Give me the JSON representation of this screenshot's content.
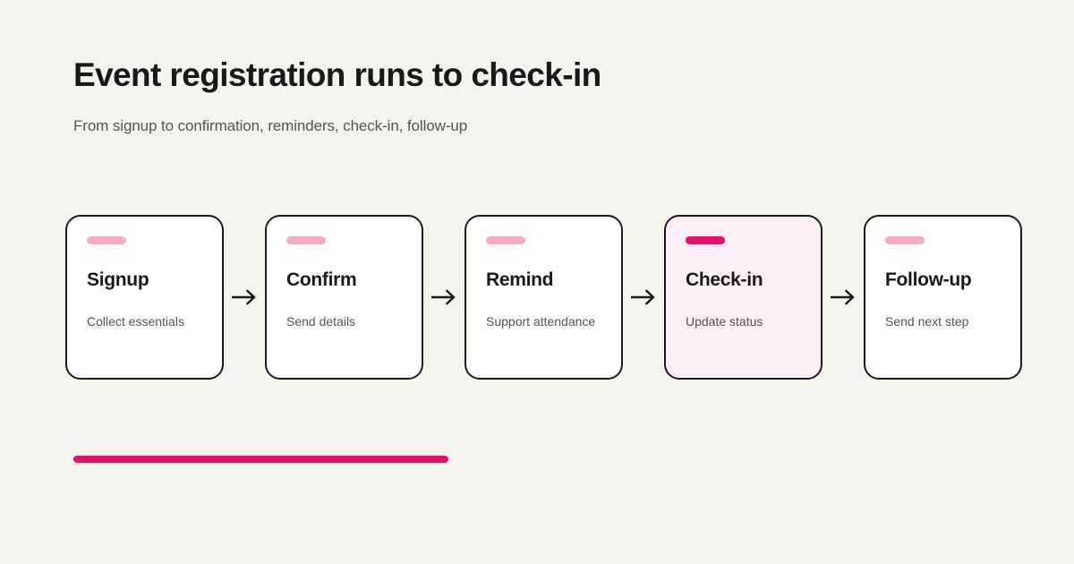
{
  "header": {
    "title": "Event registration runs to check-in",
    "subtitle": "From signup to confirmation, reminders, check-in, follow-up"
  },
  "colors": {
    "background": "#f4f4ef",
    "card_background": "#ffffff",
    "card_border": "#1b1b1b",
    "active_card_background": "#fdf0f6",
    "accent_muted": "#f9a8c8",
    "accent_vivid": "#ef0a6c",
    "title_text": "#191919",
    "body_text": "#55554f"
  },
  "flow": {
    "connector_icon": "arrow-right-icon",
    "steps": [
      {
        "title": "Signup",
        "desc": "Collect essentials",
        "active": false
      },
      {
        "title": "Confirm",
        "desc": "Send details",
        "active": false
      },
      {
        "title": "Remind",
        "desc": "Support attendance",
        "active": false
      },
      {
        "title": "Check-in",
        "desc": "Update status",
        "active": true
      },
      {
        "title": "Follow-up",
        "desc": "Send next step",
        "active": false
      }
    ]
  },
  "footer": {
    "rule_color": "#ef0a6c"
  }
}
